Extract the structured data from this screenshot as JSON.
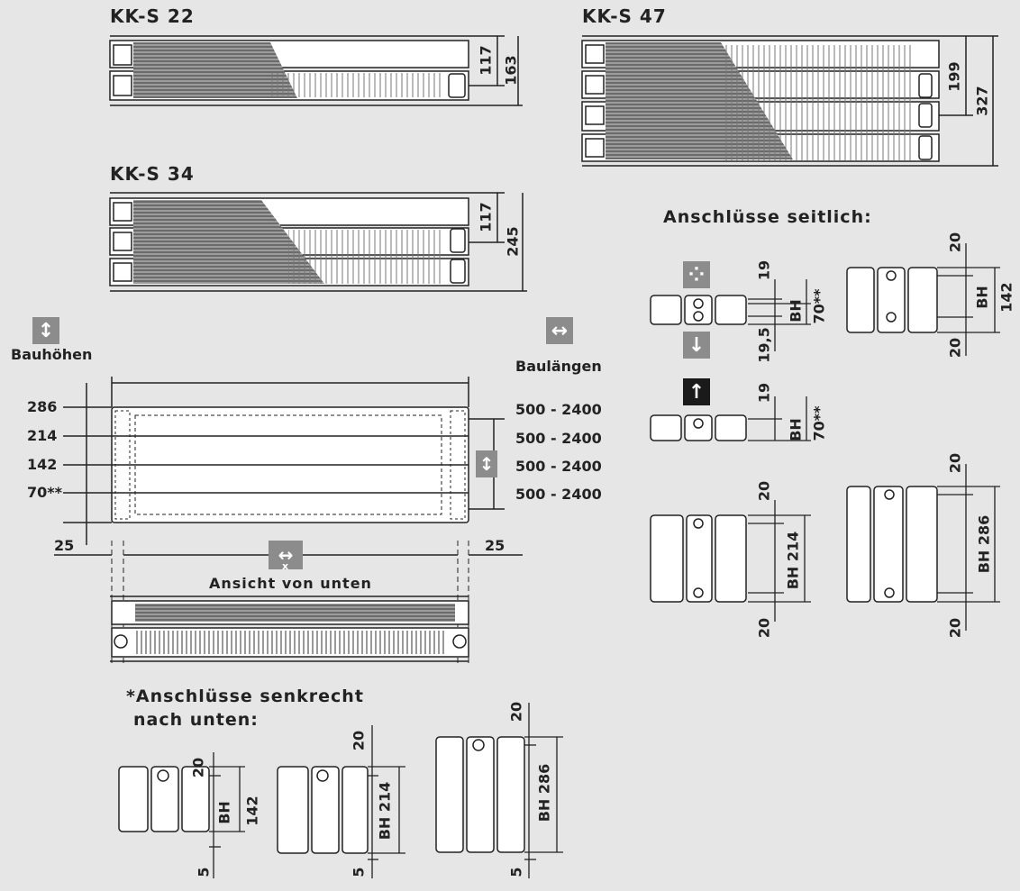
{
  "models": {
    "kks22": {
      "title": "KK-S 22",
      "dims": [
        "117",
        "163"
      ]
    },
    "kks34": {
      "title": "KK-S 34",
      "dims": [
        "117",
        "245"
      ]
    },
    "kks47": {
      "title": "KK-S 47",
      "dims": [
        "199",
        "327"
      ]
    }
  },
  "front": {
    "bauhoehen_label": "Bauhöhen",
    "baulaengen_label": "Baulängen",
    "heights": [
      "286",
      "214",
      "142",
      "70**"
    ],
    "lengths": [
      "500 - 2400",
      "500 - 2400",
      "500 - 2400",
      "500 - 2400"
    ],
    "offset_left": "25",
    "offset_right": "25",
    "bottom_view_label": "Ansicht von unten",
    "x_mark": "x"
  },
  "side": {
    "title": "Anschlüsse seitlich:",
    "d19": "19",
    "d19b": "19",
    "d19_5": "19,5",
    "bh": "BH",
    "bh2": "BH",
    "bh3": "BH",
    "h70": "70**",
    "h70b": "70**",
    "h142": "142",
    "d20": [
      "20",
      "20",
      "20",
      "20",
      "20",
      "20"
    ],
    "bh214": "BH 214",
    "bh286": "BH 286"
  },
  "vertical": {
    "title_line1": "*Anschlüsse senkrecht",
    "title_line2": "nach unten:",
    "d20": [
      "20",
      "20",
      "20"
    ],
    "d5": [
      "5",
      "5",
      "5"
    ],
    "bh": "BH",
    "h142": "142",
    "bh214": "BH 214",
    "bh286": "BH 286"
  },
  "icons": {
    "height_icon": "↕",
    "length_icon": "↔",
    "down_icon": "↓",
    "up_icon": "↑",
    "spray_icon": "⁘"
  }
}
